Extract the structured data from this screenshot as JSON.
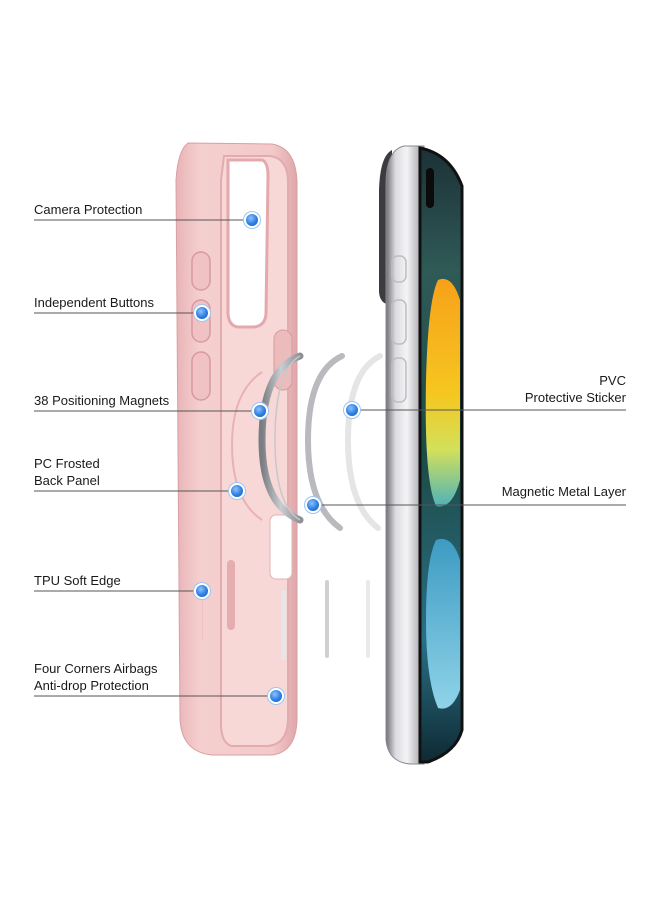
{
  "callouts": {
    "camera_protection": [
      "Camera Protection"
    ],
    "independent_buttons": [
      "Independent Buttons"
    ],
    "positioning_magnets": [
      "38 Positioning Magnets"
    ],
    "pc_back_panel": [
      "PC Frosted",
      "Back Panel"
    ],
    "tpu_soft_edge": [
      "TPU Soft Edge"
    ],
    "airbags": [
      "Four Corners Airbags",
      "Anti-drop Protection"
    ],
    "pvc_sticker": [
      "PVC",
      "Protective Sticker"
    ],
    "magnetic_metal_layer": [
      "Magnetic Metal Layer"
    ]
  },
  "colors": {
    "case_pink": "#f3c7c7",
    "case_pink_dark": "#e7b0b2",
    "dot_blue": "#2c7ee0",
    "line": "#555555"
  }
}
